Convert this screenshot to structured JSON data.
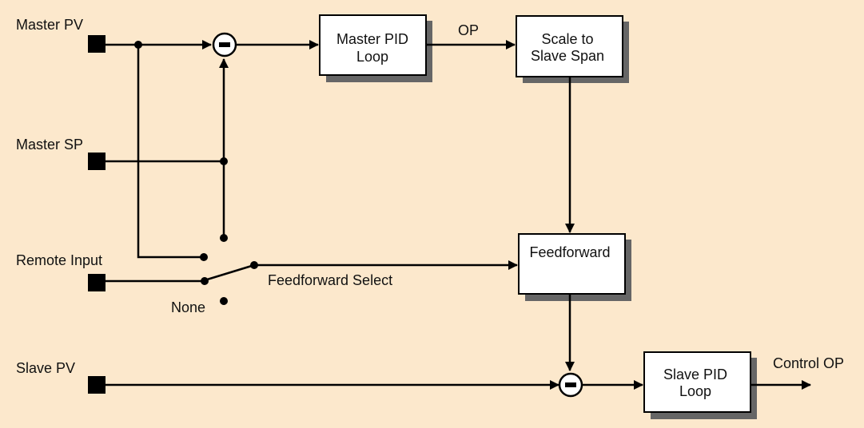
{
  "colors": {
    "background": "#fce8cc",
    "box_fill": "#ffffff",
    "box_shadow": "#666666",
    "line": "#000000"
  },
  "inputs": {
    "master_pv": "Master PV",
    "master_sp": "Master SP",
    "remote_input": "Remote Input",
    "none": "None",
    "slave_pv": "Slave PV"
  },
  "blocks": {
    "master_pid": {
      "line1": "Master PID",
      "line2": "Loop"
    },
    "scale": {
      "line1": "Scale to",
      "line2": "Slave Span"
    },
    "feedforward": {
      "line1": "Feedforward"
    },
    "slave_pid": {
      "line1": "Slave PID",
      "line2": "Loop"
    }
  },
  "signals": {
    "op": "OP",
    "feedforward_select": "Feedforward Select",
    "control_op": "Control OP"
  },
  "icons": {
    "input_terminal": "filled-square-icon",
    "summing_junction": "minus-circle-icon",
    "switch_contact": "dot-icon",
    "arrow": "arrowhead-icon"
  }
}
